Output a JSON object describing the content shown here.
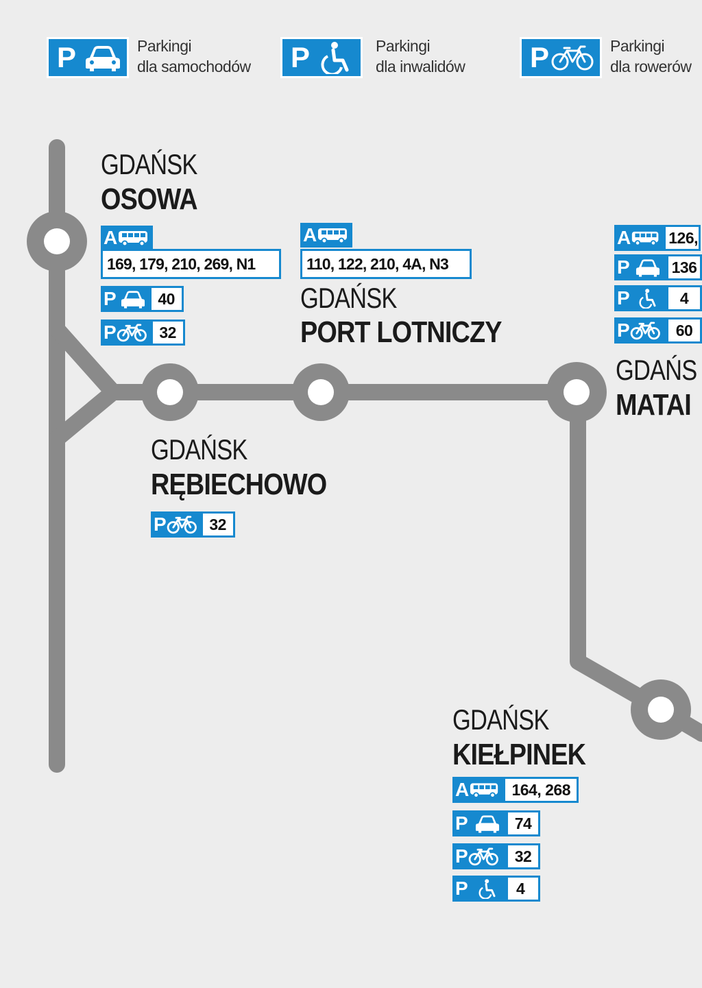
{
  "legend": [
    {
      "symbol": "P",
      "line1": "Parkingi",
      "line2": "dla samochodów"
    },
    {
      "symbol": "P",
      "line1": "Parkingi",
      "line2": "dla inwalidów"
    },
    {
      "symbol": "P",
      "line1": "Parkingi",
      "line2": "dla rowerów"
    }
  ],
  "stations": {
    "osowa": {
      "city": "GDAŃSK",
      "name": "OSOWA",
      "bus_letter": "A",
      "bus_lines": "169, 179, 210, 269, N1",
      "car_letter": "P",
      "car": "40",
      "bike_letter": "P",
      "bike": "32"
    },
    "port": {
      "city": "GDAŃSK",
      "name": "PORT LOTNICZY",
      "bus_letter": "A",
      "bus_lines": "110, 122, 210, 4A, N3"
    },
    "rebiechowo": {
      "city": "GDAŃSK",
      "name": "RĘBIECHOWO",
      "bike_letter": "P",
      "bike": "32"
    },
    "matarnia": {
      "city": "GDAŃS",
      "name": "MATAI",
      "bus_letter": "A",
      "bus_lines": "126,",
      "car_letter": "P",
      "car": "136",
      "dis_letter": "P",
      "disabled": "4",
      "bike_letter": "P",
      "bike": "60"
    },
    "kielpinek": {
      "city": "GDAŃSK",
      "name": "KIEŁPINEK",
      "bus_letter": "A",
      "bus_lines": "164, 268",
      "car_letter": "P",
      "car": "74",
      "bike_letter": "P",
      "bike": "32",
      "dis_letter": "P",
      "disabled": "4"
    }
  },
  "colors": {
    "track": "#8a8a8a",
    "badge": "#1689cf",
    "background": "#ededed"
  }
}
